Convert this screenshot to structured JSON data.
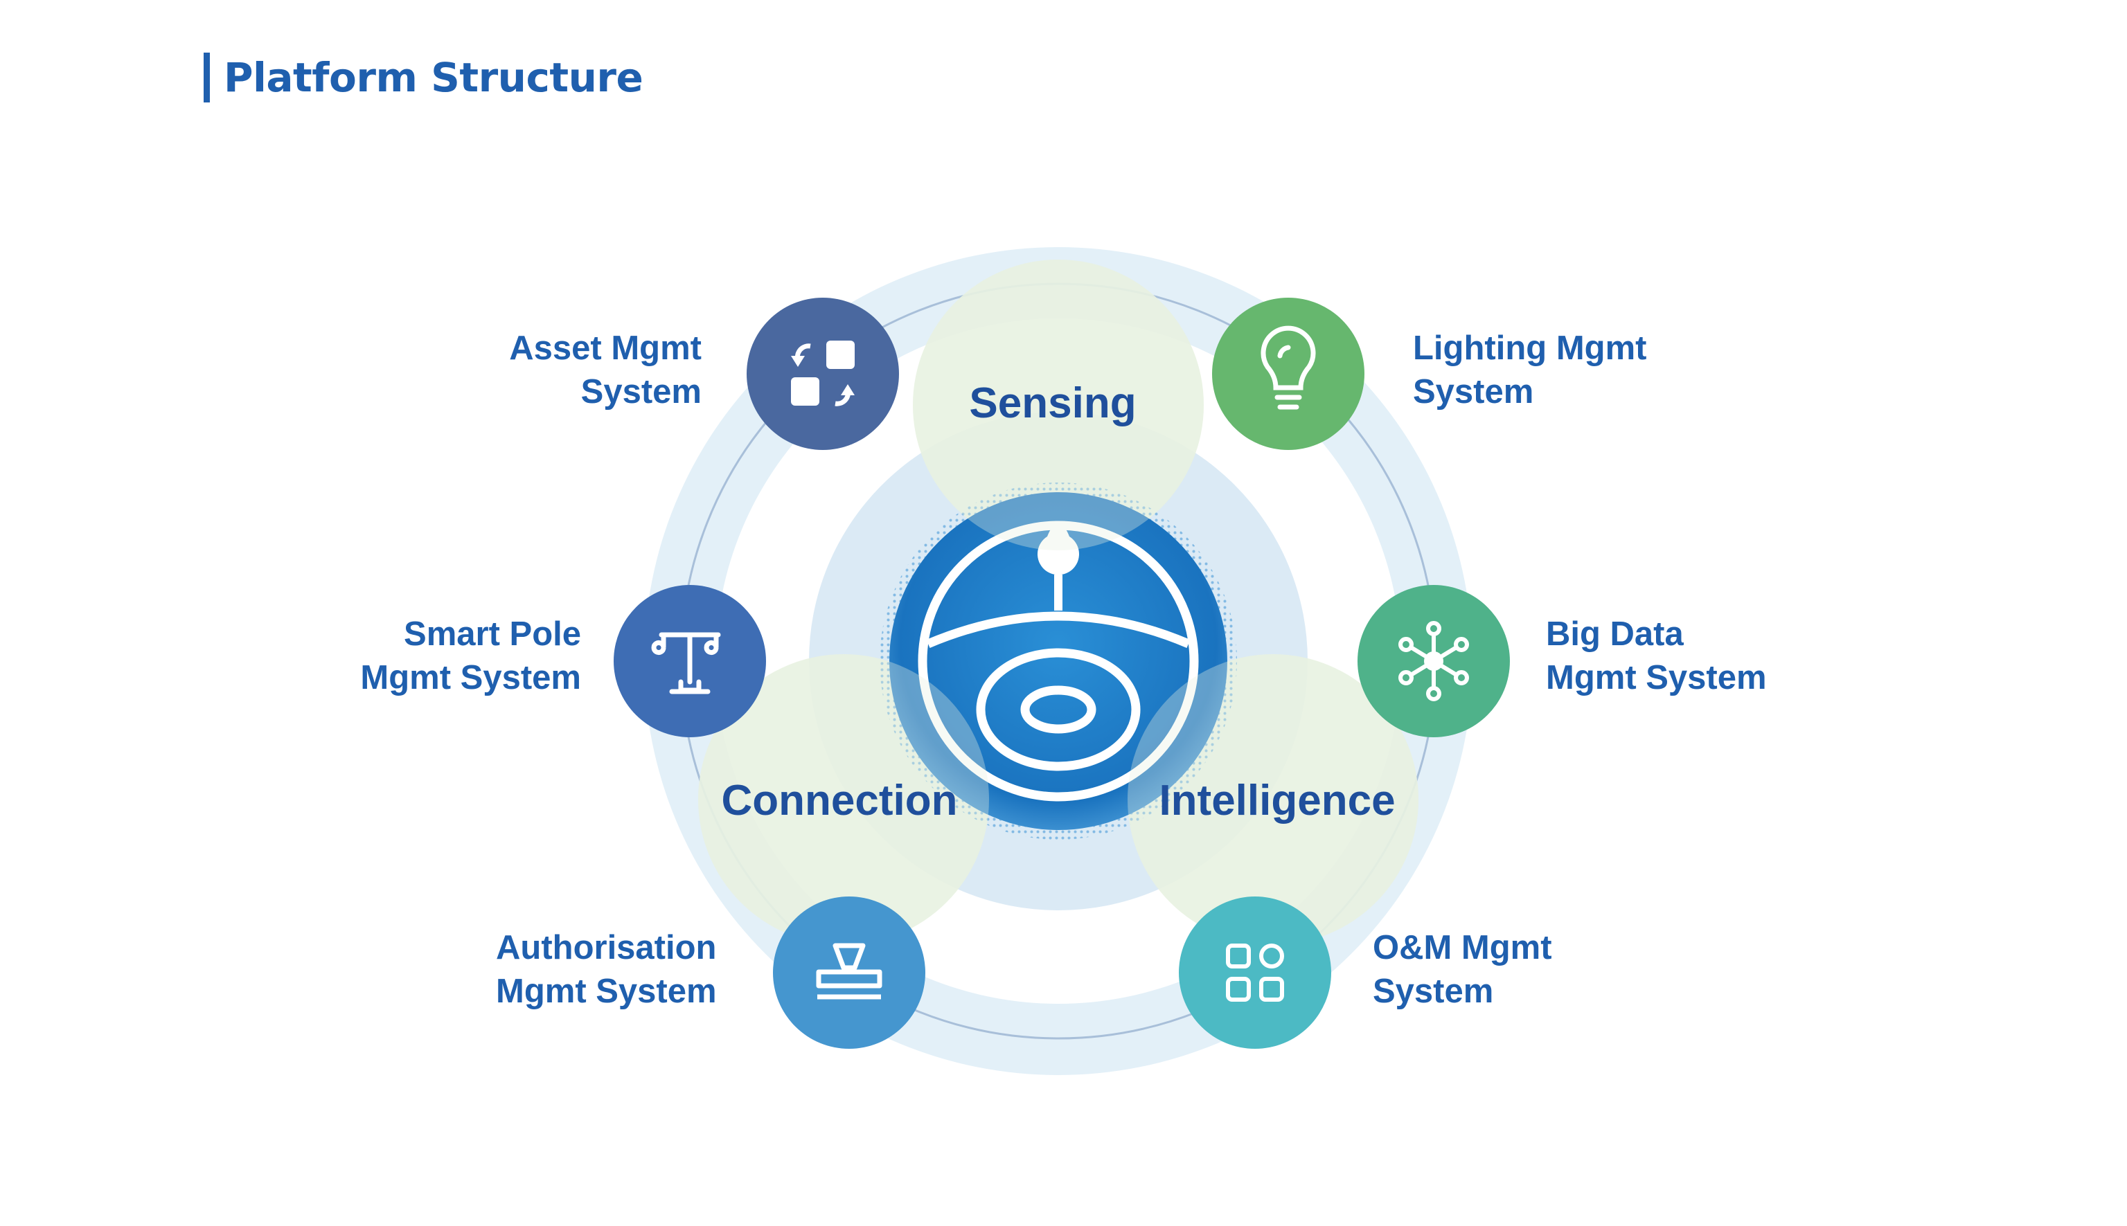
{
  "title": "Platform Structure",
  "center": {
    "labels": {
      "sensing": "Sensing",
      "connection": "Connection",
      "intelligence": "Intelligence"
    },
    "logo": "center-logo"
  },
  "systems": {
    "asset": {
      "line1": "Asset Mgmt",
      "line2": "System",
      "icon": "swap-squares-icon",
      "color": "#4a689f"
    },
    "lighting": {
      "line1": "Lighting Mgmt",
      "line2": "System",
      "icon": "lightbulb-icon",
      "color": "#66b76e"
    },
    "smart_pole": {
      "line1": "Smart Pole",
      "line2": "Mgmt System",
      "icon": "street-pole-icon",
      "color": "#3e6db4"
    },
    "big_data": {
      "line1": "Big Data",
      "line2": "Mgmt System",
      "icon": "network-nodes-icon",
      "color": "#4fb28a"
    },
    "authorisation": {
      "line1": "Authorisation",
      "line2": "Mgmt System",
      "icon": "stamp-icon",
      "color": "#4596cf"
    },
    "om": {
      "line1": "O&M Mgmt",
      "line2": "System",
      "icon": "app-grid-icon",
      "color": "#4cbac4"
    }
  },
  "colors": {
    "title": "#1f5fae",
    "label": "#1f5fae",
    "ring_label": "#1f4f9c",
    "logo_blue": "#1c76c0"
  }
}
